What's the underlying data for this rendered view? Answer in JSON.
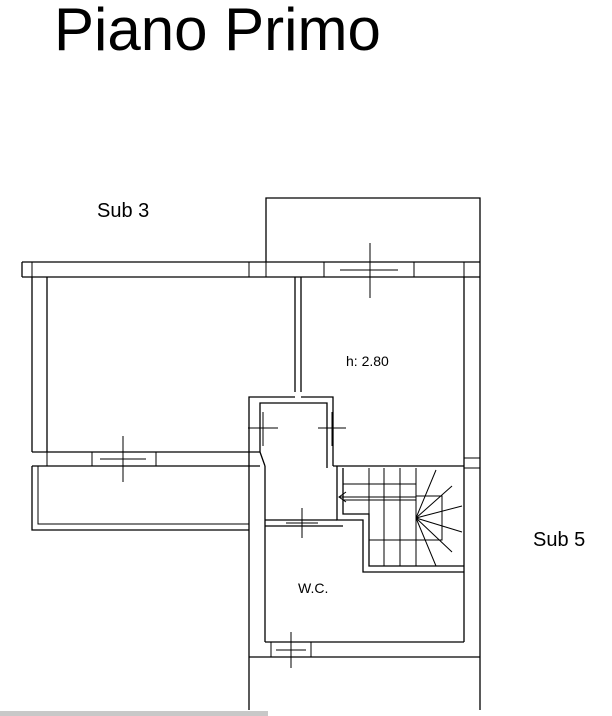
{
  "plan": {
    "title": "Piano Primo",
    "labels": {
      "sub3": "Sub 3",
      "sub5": "Sub 5",
      "height": "h: 2.80",
      "wc": "W.C."
    },
    "line_color": "#000000",
    "background_color": "#ffffff"
  }
}
